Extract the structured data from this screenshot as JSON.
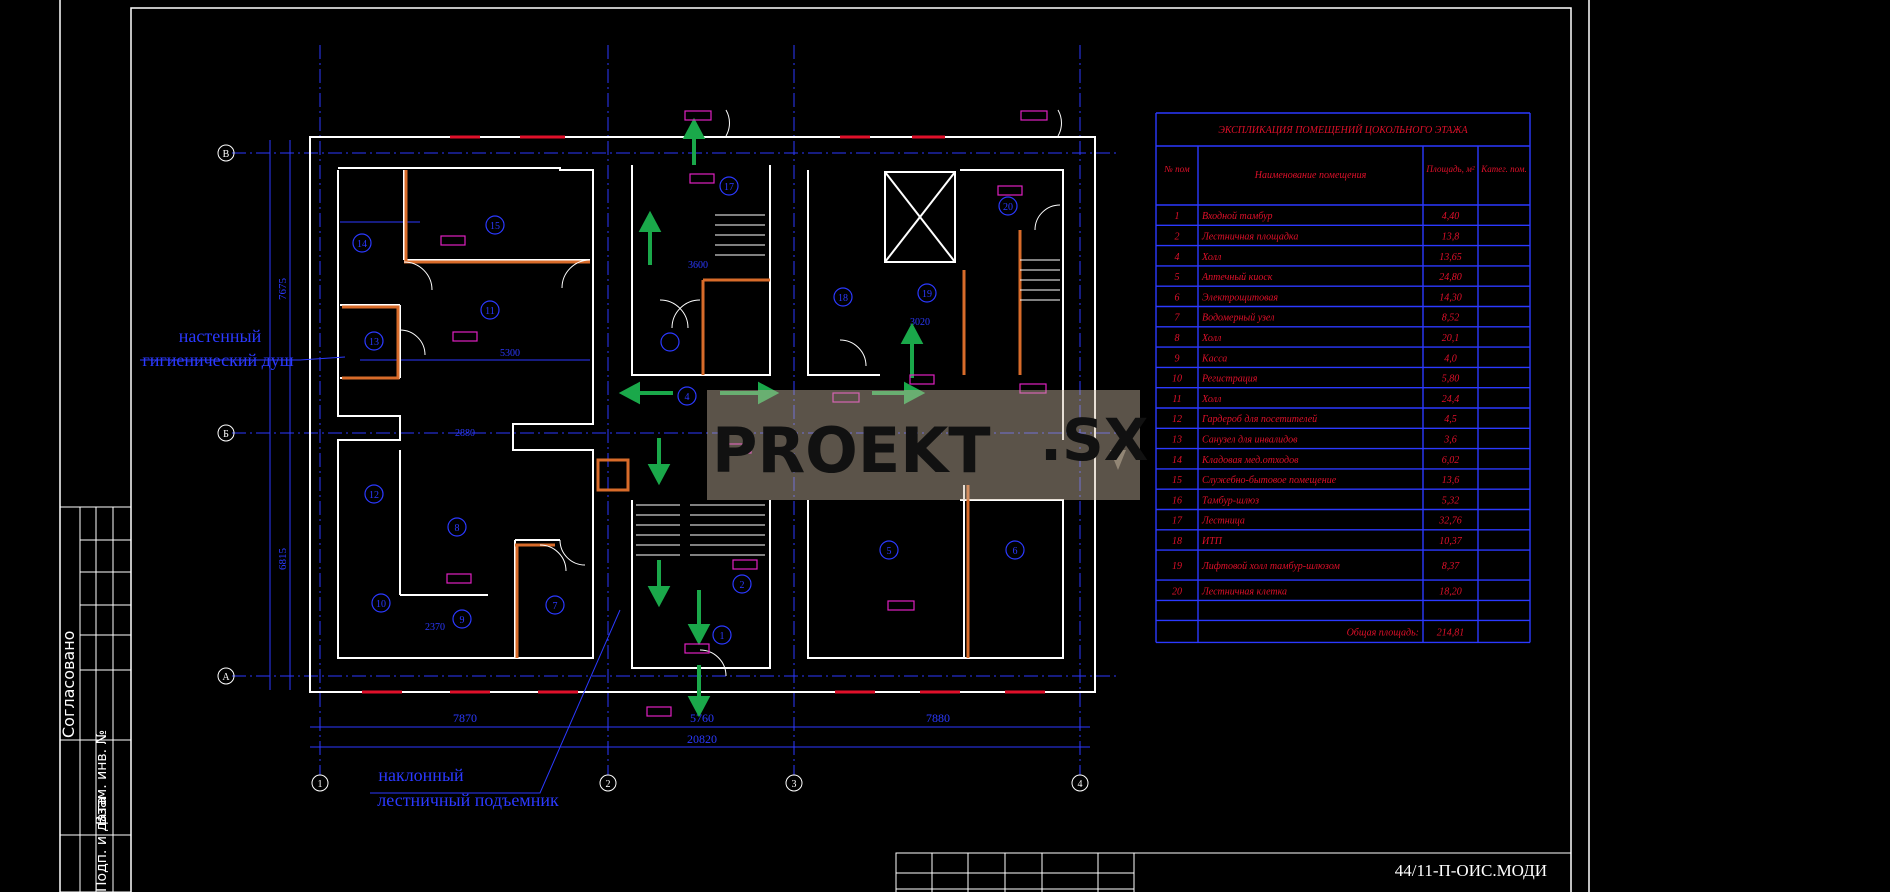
{
  "sidebar": {
    "agreed": "Согласовано",
    "inv": "Взам. инв. №",
    "date": "Подп. и дата"
  },
  "annotations": {
    "wall_shower_line1": "настенный",
    "wall_shower_line2": "гигиенический душ",
    "stair_lift_line1": "наклонный",
    "stair_lift_line2": "лестничный подъемник"
  },
  "watermark": {
    "text1": "PROEKT",
    "text2": ".SX"
  },
  "axes": {
    "rows": [
      "В",
      "Б",
      "А"
    ],
    "cols": [
      "1",
      "2",
      "3",
      "4"
    ]
  },
  "dimensions": {
    "d_7870": "7870",
    "d_7880": "7880",
    "d_5760": "5760",
    "d_20820": "20820",
    "d_7675": "7675",
    "d_6815": "6815",
    "d_5300": "5300",
    "d_3600": "3600",
    "d_2880": "2880",
    "d_2370": "2370",
    "d_3020": "3020"
  },
  "rooms": [
    "1",
    "2",
    "4",
    "5",
    "6",
    "7",
    "8",
    "9",
    "10",
    "11",
    "12",
    "13",
    "14",
    "15",
    "17",
    "18",
    "19",
    "20"
  ],
  "stamp": {
    "code": "44/11-П-ОИС.МОДИ"
  },
  "table": {
    "title": "ЭКСПЛИКАЦИЯ  ПОМЕЩЕНИЙ ЦОКОЛЬНОГО ЭТАЖА",
    "headers": {
      "num": "№ пом",
      "name": "Наименование помещения",
      "area": "Площадь, м²",
      "cat": "Катег. пом."
    },
    "rows": [
      {
        "num": "1",
        "name": "Входной тамбур",
        "area": "4,40"
      },
      {
        "num": "2",
        "name": "Лестничная площадка",
        "area": "13,8"
      },
      {
        "num": "4",
        "name": "Холл",
        "area": "13,65"
      },
      {
        "num": "5",
        "name": "Аптечный киоск",
        "area": "24,80"
      },
      {
        "num": "6",
        "name": "Электрощитовая",
        "area": "14,30"
      },
      {
        "num": "7",
        "name": "Водомерный узел",
        "area": "8,52"
      },
      {
        "num": "8",
        "name": "Холл",
        "area": "20,1"
      },
      {
        "num": "9",
        "name": "Касса",
        "area": "4,0"
      },
      {
        "num": "10",
        "name": "Регистрация",
        "area": "5,80"
      },
      {
        "num": "11",
        "name": "Холл",
        "area": "24,4"
      },
      {
        "num": "12",
        "name": "Гардероб для посетителей",
        "area": "4,5"
      },
      {
        "num": "13",
        "name": "Санузел для инвалидов",
        "area": "3,6"
      },
      {
        "num": "14",
        "name": "Кладовая мед.отходов",
        "area": "6,02"
      },
      {
        "num": "15",
        "name": "Служебно-бытовое помещение",
        "area": "13,6"
      },
      {
        "num": "16",
        "name": "Тамбур-шлюз",
        "area": "5,32"
      },
      {
        "num": "17",
        "name": "Лестница",
        "area": "32,76"
      },
      {
        "num": "18",
        "name": "ИТП",
        "area": "10,37"
      },
      {
        "num": "19",
        "name": "Лифтовой холл тамбур-шлюзом",
        "area": "8,37"
      },
      {
        "num": "20",
        "name": "Лестничная клетка",
        "area": "18,20"
      }
    ],
    "total_label": "Общая площадь:",
    "total_value": "214,81"
  }
}
